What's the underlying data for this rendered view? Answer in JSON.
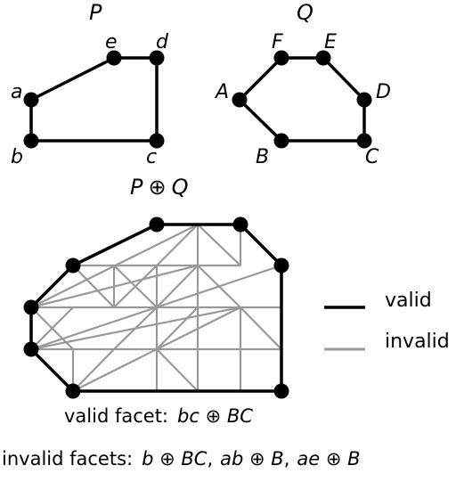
{
  "polygon_p": {
    "name": "P",
    "vertices": [
      {
        "label": "a"
      },
      {
        "label": "e"
      },
      {
        "label": "d"
      },
      {
        "label": "c"
      },
      {
        "label": "b"
      }
    ]
  },
  "polygon_q": {
    "name": "Q",
    "vertices": [
      {
        "label": "F"
      },
      {
        "label": "E"
      },
      {
        "label": "D"
      },
      {
        "label": "C"
      },
      {
        "label": "B"
      },
      {
        "label": "A"
      }
    ]
  },
  "sum": {
    "title_left": "P",
    "operator": "⊕",
    "title_right": "Q"
  },
  "legend": {
    "valid": {
      "label": "valid",
      "color": "#000000"
    },
    "invalid": {
      "label": "invalid",
      "color": "#999999"
    }
  },
  "caption_valid": {
    "prefix": "valid facet:",
    "term": "bc ⊕ BC"
  },
  "caption_invalid": {
    "prefix": "invalid facets:",
    "terms": [
      "b ⊕ BC",
      "ab ⊕ B",
      "ae ⊕ B"
    ],
    "separator": ","
  }
}
